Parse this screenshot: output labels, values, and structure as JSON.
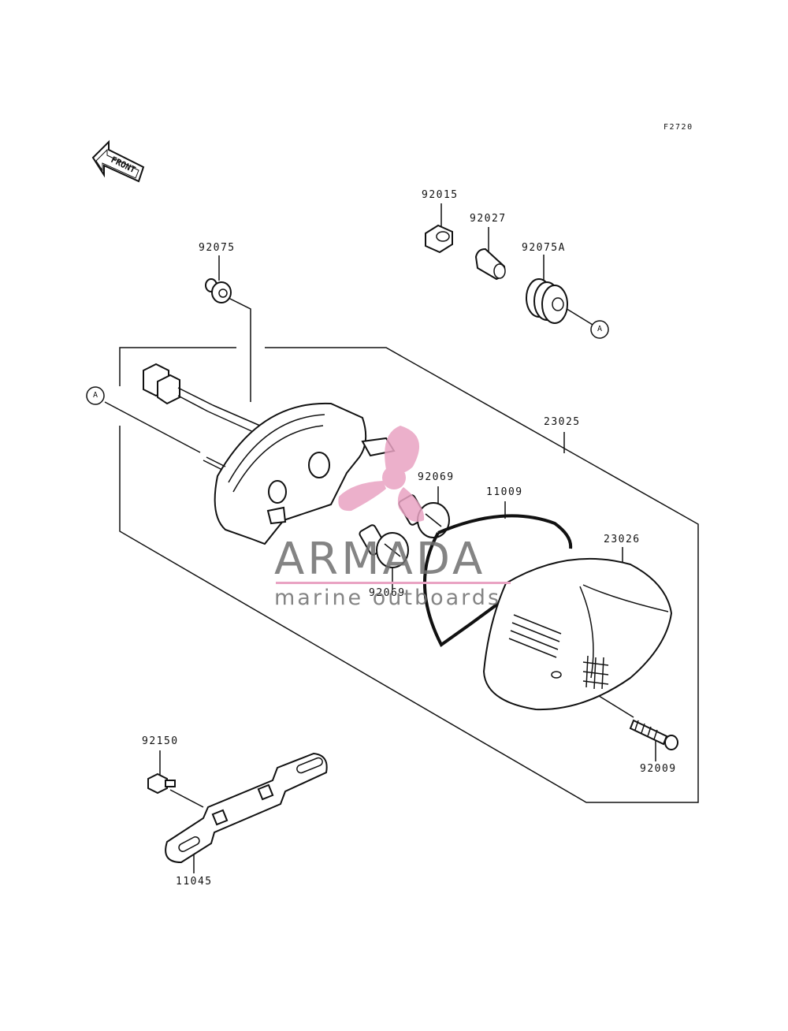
{
  "figure_code": "F2720",
  "front_marker": "FRONT",
  "callout_letter": "A",
  "parts": {
    "p92015": "92015",
    "p92027": "92027",
    "p92075": "92075",
    "p92075A": "92075A",
    "p23025": "23025",
    "p92069_top": "92069",
    "p11009": "11009",
    "p23026": "23026",
    "p92069_bottom": "92069",
    "p92009": "92009",
    "p92150": "92150",
    "p11045": "11045"
  },
  "watermark": {
    "title": "ARMADA",
    "subtitle": "marine outboards",
    "accent_color": "#e9a3c3",
    "text_color": "#6f6f6f"
  }
}
